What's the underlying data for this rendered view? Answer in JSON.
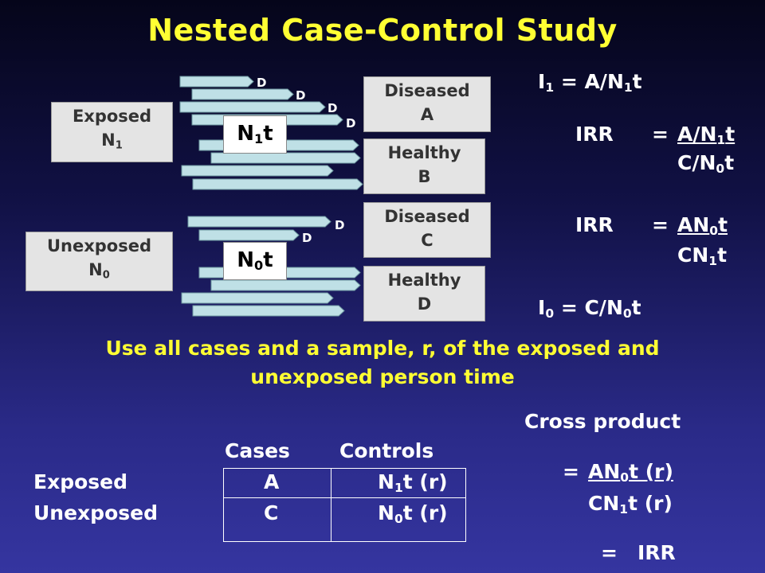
{
  "title": "Nested Case-Control Study",
  "diagram": {
    "exposed_box": {
      "line1": "Exposed",
      "var": "N",
      "sub": "1"
    },
    "unexposed_box": {
      "line1": "Unexposed",
      "var": "N",
      "sub": "0"
    },
    "exposed_pt": {
      "var": "N",
      "sub": "1",
      "suffix": "t"
    },
    "unexposed_pt": {
      "var": "N",
      "sub": "0",
      "suffix": "t"
    },
    "outcomes": [
      {
        "line1": "Diseased",
        "line2": "A"
      },
      {
        "line1": "Healthy",
        "line2": "B"
      },
      {
        "line1": "Diseased",
        "line2": "C"
      },
      {
        "line1": "Healthy",
        "line2": "D"
      }
    ],
    "event_label": "D"
  },
  "equations": {
    "i1": {
      "lhs": "I",
      "lhs_sub": "1",
      "rhs_pre": " = A/N",
      "rhs_sub": "1",
      "rhs_post": "t"
    },
    "irr1_label": "IRR",
    "irr1_eq": "=",
    "irr1_num": {
      "pre": "A/N",
      "sub": "1",
      "post": "t"
    },
    "irr1_den": {
      "pre": "C/N",
      "sub": "0",
      "post": "t"
    },
    "irr2_label": "IRR",
    "irr2_eq": "=",
    "irr2_num": {
      "pre": "AN",
      "sub": "0",
      "post": "t"
    },
    "irr2_den": {
      "pre": "CN",
      "sub": "1",
      "post": "t"
    },
    "i0": {
      "lhs": "I",
      "lhs_sub": "0",
      "rhs_pre": " = C/N",
      "rhs_sub": "0",
      "rhs_post": "t"
    }
  },
  "sampling_note": {
    "line1": "Use all cases and a sample, r, of the exposed and",
    "line2": "unexposed person time"
  },
  "table": {
    "col_cases": "Cases",
    "col_controls": "Controls",
    "rows": [
      {
        "label": "Exposed",
        "cases": "A",
        "controls": {
          "pre": "N",
          "sub": "1",
          "post": "t (r)"
        }
      },
      {
        "label": "Unexposed",
        "cases": "C",
        "controls": {
          "pre": "N",
          "sub": "0",
          "post": "t (r)"
        }
      }
    ]
  },
  "cross_product": {
    "heading": "Cross product",
    "eq": "=",
    "num": {
      "pre": "AN",
      "sub": "0",
      "post": "t (r)"
    },
    "den": {
      "pre": "CN",
      "sub": "1",
      "post": "t (r)"
    },
    "result_eq": "=",
    "result": "IRR"
  },
  "colors": {
    "title": "#ffff33",
    "arrow_fill": "#bfe0e6",
    "box_fill": "#e4e4e4"
  }
}
